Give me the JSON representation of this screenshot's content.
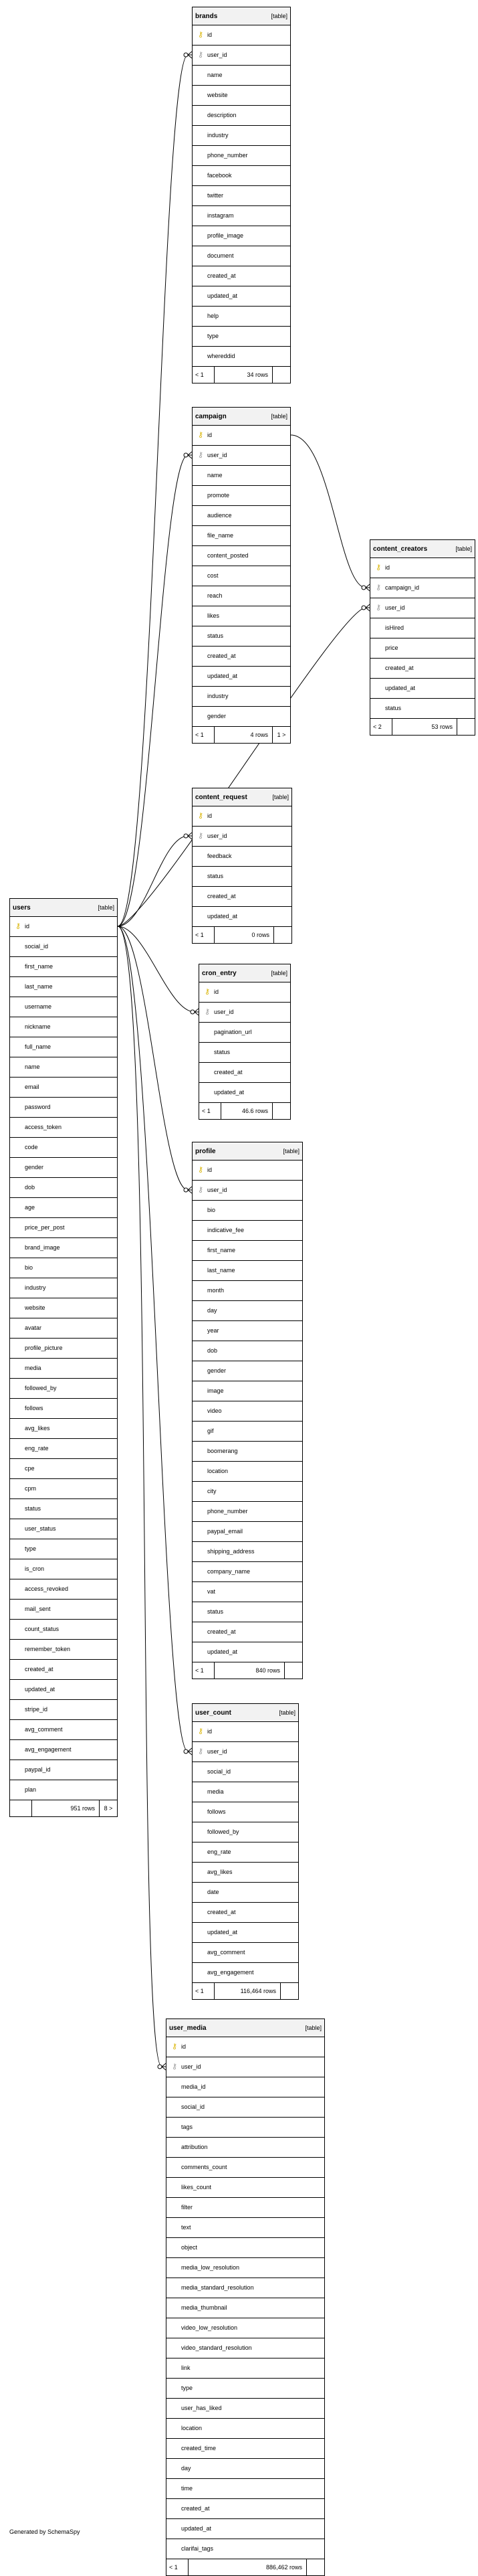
{
  "footer_text": "Generated by SchemaSpy",
  "tables": [
    {
      "name": "brands",
      "type": "[table]",
      "prev": "< 1",
      "rows": "34 rows",
      "next": "",
      "columns": [
        {
          "name": "id",
          "key": "pk"
        },
        {
          "name": "user_id",
          "key": "fk"
        },
        {
          "name": "name"
        },
        {
          "name": "website"
        },
        {
          "name": "description"
        },
        {
          "name": "industry"
        },
        {
          "name": "phone_number"
        },
        {
          "name": "facebook"
        },
        {
          "name": "twitter"
        },
        {
          "name": "instagram"
        },
        {
          "name": "profile_image"
        },
        {
          "name": "document"
        },
        {
          "name": "created_at"
        },
        {
          "name": "updated_at"
        },
        {
          "name": "help"
        },
        {
          "name": "type"
        },
        {
          "name": "whereddid"
        }
      ]
    },
    {
      "name": "campaign",
      "type": "[table]",
      "prev": "< 1",
      "rows": "4 rows",
      "next": "1 >",
      "columns": [
        {
          "name": "id",
          "key": "pk"
        },
        {
          "name": "user_id",
          "key": "fk"
        },
        {
          "name": "name"
        },
        {
          "name": "promote"
        },
        {
          "name": "audience"
        },
        {
          "name": "file_name"
        },
        {
          "name": "content_posted"
        },
        {
          "name": "cost"
        },
        {
          "name": "reach"
        },
        {
          "name": "likes"
        },
        {
          "name": "status"
        },
        {
          "name": "created_at"
        },
        {
          "name": "updated_at"
        },
        {
          "name": "industry"
        },
        {
          "name": "gender"
        }
      ]
    },
    {
      "name": "content_creators",
      "type": "[table]",
      "prev": "< 2",
      "rows": "53 rows",
      "next": "",
      "columns": [
        {
          "name": "id",
          "key": "pk"
        },
        {
          "name": "campaign_id",
          "key": "fk"
        },
        {
          "name": "user_id",
          "key": "fk"
        },
        {
          "name": "isHired"
        },
        {
          "name": "price"
        },
        {
          "name": "created_at"
        },
        {
          "name": "updated_at"
        },
        {
          "name": "status"
        }
      ]
    },
    {
      "name": "content_request",
      "type": "[table]",
      "prev": "< 1",
      "rows": "0 rows",
      "next": "",
      "columns": [
        {
          "name": "id",
          "key": "pk"
        },
        {
          "name": "user_id",
          "key": "fk"
        },
        {
          "name": "feedback"
        },
        {
          "name": "status"
        },
        {
          "name": "created_at"
        },
        {
          "name": "updated_at"
        }
      ]
    },
    {
      "name": "cron_entry",
      "type": "[table]",
      "prev": "< 1",
      "rows": "46.6 rows",
      "next": "",
      "columns": [
        {
          "name": "id",
          "key": "pk"
        },
        {
          "name": "user_id",
          "key": "fk"
        },
        {
          "name": "pagination_url"
        },
        {
          "name": "status"
        },
        {
          "name": "created_at"
        },
        {
          "name": "updated_at"
        }
      ]
    },
    {
      "name": "users",
      "type": "[table]",
      "prev": "",
      "rows": "951 rows",
      "next": "8 >",
      "columns": [
        {
          "name": "id",
          "key": "pk"
        },
        {
          "name": "social_id"
        },
        {
          "name": "first_name"
        },
        {
          "name": "last_name"
        },
        {
          "name": "username"
        },
        {
          "name": "nickname"
        },
        {
          "name": "full_name"
        },
        {
          "name": "name"
        },
        {
          "name": "email"
        },
        {
          "name": "password"
        },
        {
          "name": "access_token"
        },
        {
          "name": "code"
        },
        {
          "name": "gender"
        },
        {
          "name": "dob"
        },
        {
          "name": "age"
        },
        {
          "name": "price_per_post"
        },
        {
          "name": "brand_image"
        },
        {
          "name": "bio"
        },
        {
          "name": "industry"
        },
        {
          "name": "website"
        },
        {
          "name": "avatar"
        },
        {
          "name": "profile_picture"
        },
        {
          "name": "media"
        },
        {
          "name": "followed_by"
        },
        {
          "name": "follows"
        },
        {
          "name": "avg_likes"
        },
        {
          "name": "eng_rate"
        },
        {
          "name": "cpe"
        },
        {
          "name": "cpm"
        },
        {
          "name": "status"
        },
        {
          "name": "user_status"
        },
        {
          "name": "type"
        },
        {
          "name": "is_cron"
        },
        {
          "name": "access_revoked"
        },
        {
          "name": "mail_sent"
        },
        {
          "name": "count_status"
        },
        {
          "name": "remember_token"
        },
        {
          "name": "created_at"
        },
        {
          "name": "updated_at"
        },
        {
          "name": "stripe_id"
        },
        {
          "name": "avg_comment"
        },
        {
          "name": "avg_engagement"
        },
        {
          "name": "paypal_id"
        },
        {
          "name": "plan"
        }
      ]
    },
    {
      "name": "profile",
      "type": "[table]",
      "prev": "< 1",
      "rows": "840 rows",
      "next": "",
      "columns": [
        {
          "name": "id",
          "key": "pk"
        },
        {
          "name": "user_id",
          "key": "fk"
        },
        {
          "name": "bio"
        },
        {
          "name": "indicative_fee"
        },
        {
          "name": "first_name"
        },
        {
          "name": "last_name"
        },
        {
          "name": "month"
        },
        {
          "name": "day"
        },
        {
          "name": "year"
        },
        {
          "name": "dob"
        },
        {
          "name": "gender"
        },
        {
          "name": "image"
        },
        {
          "name": "video"
        },
        {
          "name": "gif"
        },
        {
          "name": "boomerang"
        },
        {
          "name": "location"
        },
        {
          "name": "city"
        },
        {
          "name": "phone_number"
        },
        {
          "name": "paypal_email"
        },
        {
          "name": "shipping_address"
        },
        {
          "name": "company_name"
        },
        {
          "name": "vat"
        },
        {
          "name": "status"
        },
        {
          "name": "created_at"
        },
        {
          "name": "updated_at"
        }
      ]
    },
    {
      "name": "user_count",
      "type": "[table]",
      "prev": "< 1",
      "rows": "116,464 rows",
      "next": "",
      "columns": [
        {
          "name": "id",
          "key": "pk"
        },
        {
          "name": "user_id",
          "key": "fk"
        },
        {
          "name": "social_id"
        },
        {
          "name": "media"
        },
        {
          "name": "follows"
        },
        {
          "name": "followed_by"
        },
        {
          "name": "eng_rate"
        },
        {
          "name": "avg_likes"
        },
        {
          "name": "date"
        },
        {
          "name": "created_at"
        },
        {
          "name": "updated_at"
        },
        {
          "name": "avg_comment"
        },
        {
          "name": "avg_engagement"
        }
      ]
    },
    {
      "name": "user_media",
      "type": "[table]",
      "prev": "< 1",
      "rows": "886,462 rows",
      "next": "",
      "columns": [
        {
          "name": "id",
          "key": "pk"
        },
        {
          "name": "user_id",
          "key": "fk"
        },
        {
          "name": "media_id"
        },
        {
          "name": "social_id"
        },
        {
          "name": "tags"
        },
        {
          "name": "attribution"
        },
        {
          "name": "comments_count"
        },
        {
          "name": "likes_count"
        },
        {
          "name": "filter"
        },
        {
          "name": "text"
        },
        {
          "name": "object"
        },
        {
          "name": "media_low_resolution"
        },
        {
          "name": "media_standard_resolution"
        },
        {
          "name": "media_thumbnail"
        },
        {
          "name": "video_low_resolution"
        },
        {
          "name": "video_standard_resolution"
        },
        {
          "name": "link"
        },
        {
          "name": "type"
        },
        {
          "name": "user_has_liked"
        },
        {
          "name": "location"
        },
        {
          "name": "created_time"
        },
        {
          "name": "day"
        },
        {
          "name": "time"
        },
        {
          "name": "created_at"
        },
        {
          "name": "updated_at"
        },
        {
          "name": "clarifai_tags"
        }
      ]
    }
  ],
  "relationships": [
    {
      "from_table": "brands",
      "from_column": "user_id",
      "to_table": "users",
      "to_column": "id"
    },
    {
      "from_table": "campaign",
      "from_column": "user_id",
      "to_table": "users",
      "to_column": "id"
    },
    {
      "from_table": "content_creators",
      "from_column": "campaign_id",
      "to_table": "campaign",
      "to_column": "id"
    },
    {
      "from_table": "content_creators",
      "from_column": "user_id",
      "to_table": "users",
      "to_column": "id"
    },
    {
      "from_table": "content_request",
      "from_column": "user_id",
      "to_table": "users",
      "to_column": "id"
    },
    {
      "from_table": "cron_entry",
      "from_column": "user_id",
      "to_table": "users",
      "to_column": "id"
    },
    {
      "from_table": "profile",
      "from_column": "user_id",
      "to_table": "users",
      "to_column": "id"
    },
    {
      "from_table": "user_count",
      "from_column": "user_id",
      "to_table": "users",
      "to_column": "id"
    },
    {
      "from_table": "user_media",
      "from_column": "user_id",
      "to_table": "users",
      "to_column": "id"
    }
  ]
}
